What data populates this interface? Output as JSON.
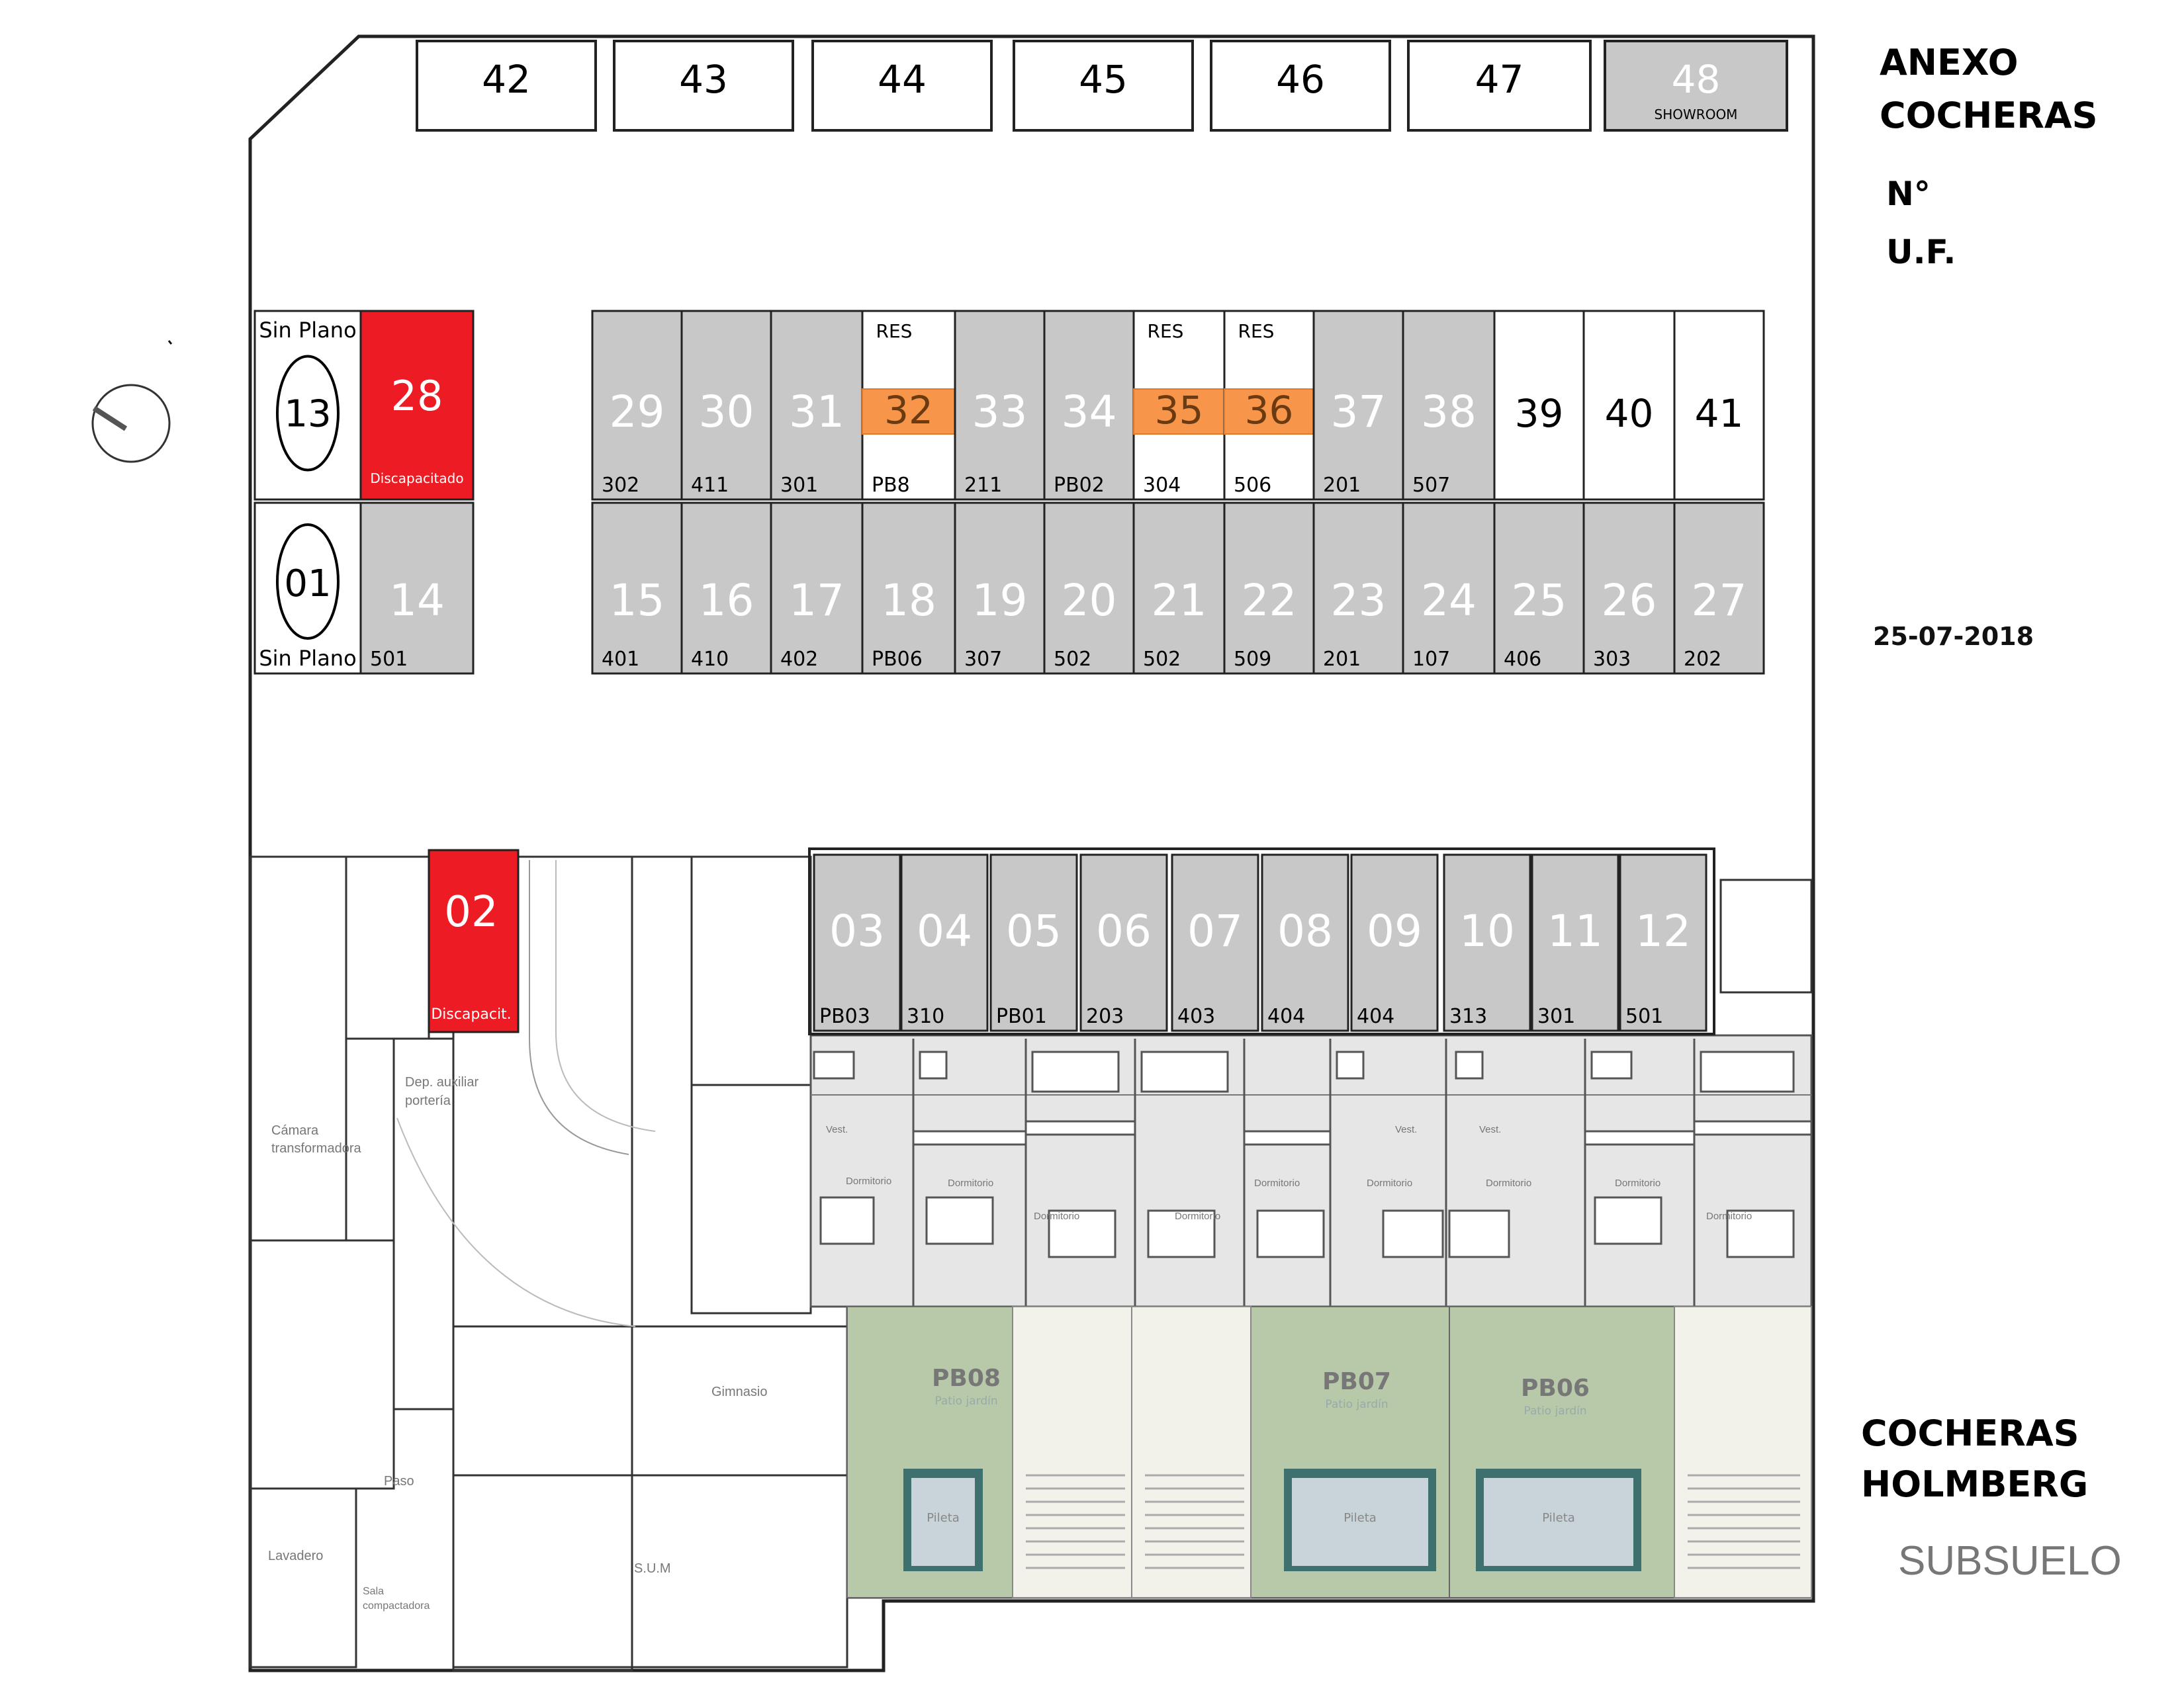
{
  "header": {
    "annex_line1": "ANEXO",
    "annex_line2": "COCHERAS",
    "legend_line1": "N°",
    "legend_line2": "U.F.",
    "date": "25-07-2018"
  },
  "footer": {
    "title_line1": "COCHERAS",
    "title_line2": "HOLMBERG",
    "level": "SUBSUELO"
  },
  "colors": {
    "occupied": "#c8c8c8",
    "free": "#ffffff",
    "disabled": "#ed1c24",
    "reserved": "#f7964b",
    "patio": "#b7c9a8",
    "floor": "#e6e6e6",
    "pool_border": "#3f7070",
    "pool_water": "#c9d3da"
  },
  "legend_labels": {
    "reserved": "RES",
    "disabled_long": "Discapacitado",
    "disabled_short": "Discapacit.",
    "showroom": "SHOWROOM",
    "no_plan": "Sin Plano"
  },
  "annex_spots": [
    "42",
    "43",
    "44",
    "45",
    "46",
    "47",
    "48"
  ],
  "spots_row1": [
    {
      "num": "13",
      "uf": "",
      "status": "no-plan"
    },
    {
      "num": "28",
      "uf": "",
      "status": "disabled"
    },
    {
      "num": "29",
      "uf": "302",
      "status": "occupied"
    },
    {
      "num": "30",
      "uf": "411",
      "status": "occupied"
    },
    {
      "num": "31",
      "uf": "301",
      "status": "occupied"
    },
    {
      "num": "32",
      "uf": "PB8",
      "status": "reserved"
    },
    {
      "num": "33",
      "uf": "211",
      "status": "occupied"
    },
    {
      "num": "34",
      "uf": "PB02",
      "status": "occupied"
    },
    {
      "num": "35",
      "uf": "304",
      "status": "reserved"
    },
    {
      "num": "36",
      "uf": "506",
      "status": "reserved"
    },
    {
      "num": "37",
      "uf": "201",
      "status": "occupied"
    },
    {
      "num": "38",
      "uf": "507",
      "status": "occupied"
    },
    {
      "num": "39",
      "uf": "",
      "status": "free"
    },
    {
      "num": "40",
      "uf": "",
      "status": "free"
    },
    {
      "num": "41",
      "uf": "",
      "status": "free"
    }
  ],
  "spots_row2": [
    {
      "num": "01",
      "uf": "",
      "status": "no-plan"
    },
    {
      "num": "14",
      "uf": "501",
      "status": "occupied"
    },
    {
      "num": "15",
      "uf": "401",
      "status": "occupied"
    },
    {
      "num": "16",
      "uf": "410",
      "status": "occupied"
    },
    {
      "num": "17",
      "uf": "402",
      "status": "occupied"
    },
    {
      "num": "18",
      "uf": "PB06",
      "status": "occupied"
    },
    {
      "num": "19",
      "uf": "307",
      "status": "occupied"
    },
    {
      "num": "20",
      "uf": "502",
      "status": "occupied"
    },
    {
      "num": "21",
      "uf": "502",
      "status": "occupied"
    },
    {
      "num": "22",
      "uf": "509",
      "status": "occupied"
    },
    {
      "num": "23",
      "uf": "201",
      "status": "occupied"
    },
    {
      "num": "24",
      "uf": "107",
      "status": "occupied"
    },
    {
      "num": "25",
      "uf": "406",
      "status": "occupied"
    },
    {
      "num": "26",
      "uf": "303",
      "status": "occupied"
    },
    {
      "num": "27",
      "uf": "202",
      "status": "occupied"
    }
  ],
  "spot_02": {
    "num": "02",
    "status": "disabled"
  },
  "spots_row3": [
    {
      "num": "03",
      "uf": "PB03"
    },
    {
      "num": "04",
      "uf": "310"
    },
    {
      "num": "05",
      "uf": "PB01"
    },
    {
      "num": "06",
      "uf": "203"
    },
    {
      "num": "07",
      "uf": "403"
    },
    {
      "num": "08",
      "uf": "404"
    },
    {
      "num": "09",
      "uf": "404"
    },
    {
      "num": "10",
      "uf": "313"
    },
    {
      "num": "11",
      "uf": "301"
    },
    {
      "num": "12",
      "uf": "501"
    }
  ],
  "rooms": {
    "camara": [
      "Cámara",
      "transformadora"
    ],
    "dep_aux": [
      "Dep. auxiliar",
      "portería"
    ],
    "gimnasio": "Gimnasio",
    "paso": "Paso",
    "lavadero": "Lavadero",
    "sala_comp": [
      "Sala",
      "compactadora"
    ],
    "sum": "S.U.M",
    "dormitorio": "Dormitorio",
    "vest": "Vest.",
    "pileta": "Pileta",
    "patio_jardin": "Patio jardín"
  },
  "patios": [
    {
      "name": "PB08"
    },
    {
      "name": "PB07"
    },
    {
      "name": "PB06"
    }
  ]
}
